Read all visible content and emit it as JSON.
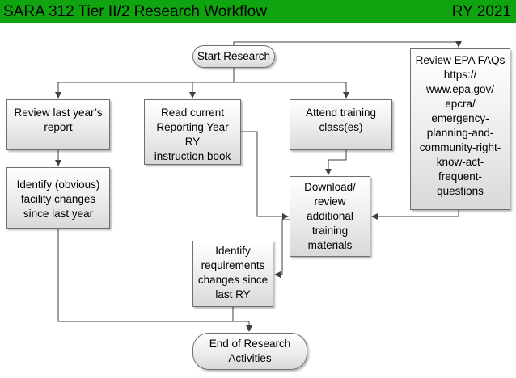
{
  "header": {
    "title": "SARA 312 Tier II/2 Research Workflow",
    "reporting_year": "RY 2021",
    "background_color": "#11a411"
  },
  "flowchart": {
    "start": "Start Research",
    "review_last_year": "Review last year’s\nreport",
    "read_instruction_book": "Read current\nReporting Year RY\ninstruction book",
    "attend_training": "Attend training\nclass(es)",
    "review_epa_faqs": "Review EPA FAQs\nhttps://\nwww.epa.gov/\nepcra/\nemergency-\nplanning-and-\ncommunity-right-\nknow-act-\nfrequent-\nquestions",
    "identify_facility_changes": "Identify (obvious)\nfacility changes\nsince last year",
    "download_training_materials": "Download/\nreview\nadditional\ntraining\nmaterials",
    "identify_requirements_changes": "Identify\nrequirements\nchanges since\nlast RY",
    "end": "End of Research\nActivities",
    "line_color": "#404040"
  }
}
